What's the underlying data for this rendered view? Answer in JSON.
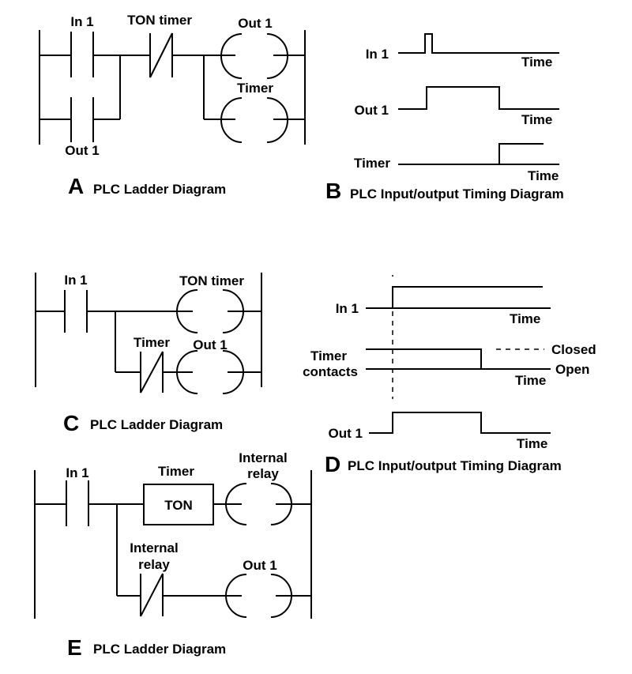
{
  "panels": {
    "a": {
      "letter": "A",
      "caption": "PLC Ladder Diagram",
      "in1": "In 1",
      "ton_timer": "TON timer",
      "out1_coil": "Out 1",
      "timer_coil": "Timer",
      "out1_contact": "Out 1"
    },
    "b": {
      "letter": "B",
      "caption": "PLC Input/output Timing Diagram",
      "signals": [
        "In 1",
        "Out 1",
        "Timer"
      ],
      "time": "Time"
    },
    "c": {
      "letter": "C",
      "caption": "PLC Ladder Diagram",
      "in1": "In 1",
      "ton_timer": "TON timer",
      "timer_contact": "Timer",
      "out1_coil": "Out 1"
    },
    "d": {
      "letter": "D",
      "caption": "PLC Input/output Timing Diagram",
      "in1": "In 1",
      "timer_line1": "Timer",
      "timer_line2": "contacts",
      "out1": "Out 1",
      "time": "Time",
      "closed": "Closed",
      "open": "Open"
    },
    "e": {
      "letter": "E",
      "caption": "PLC Ladder Diagram",
      "in1": "In 1",
      "timer": "Timer",
      "ton": "TON",
      "internal_relay_coil_1": "Internal",
      "internal_relay_coil_2": "relay",
      "internal_relay_contact_1": "Internal",
      "internal_relay_contact_2": "relay",
      "out1": "Out 1"
    }
  }
}
